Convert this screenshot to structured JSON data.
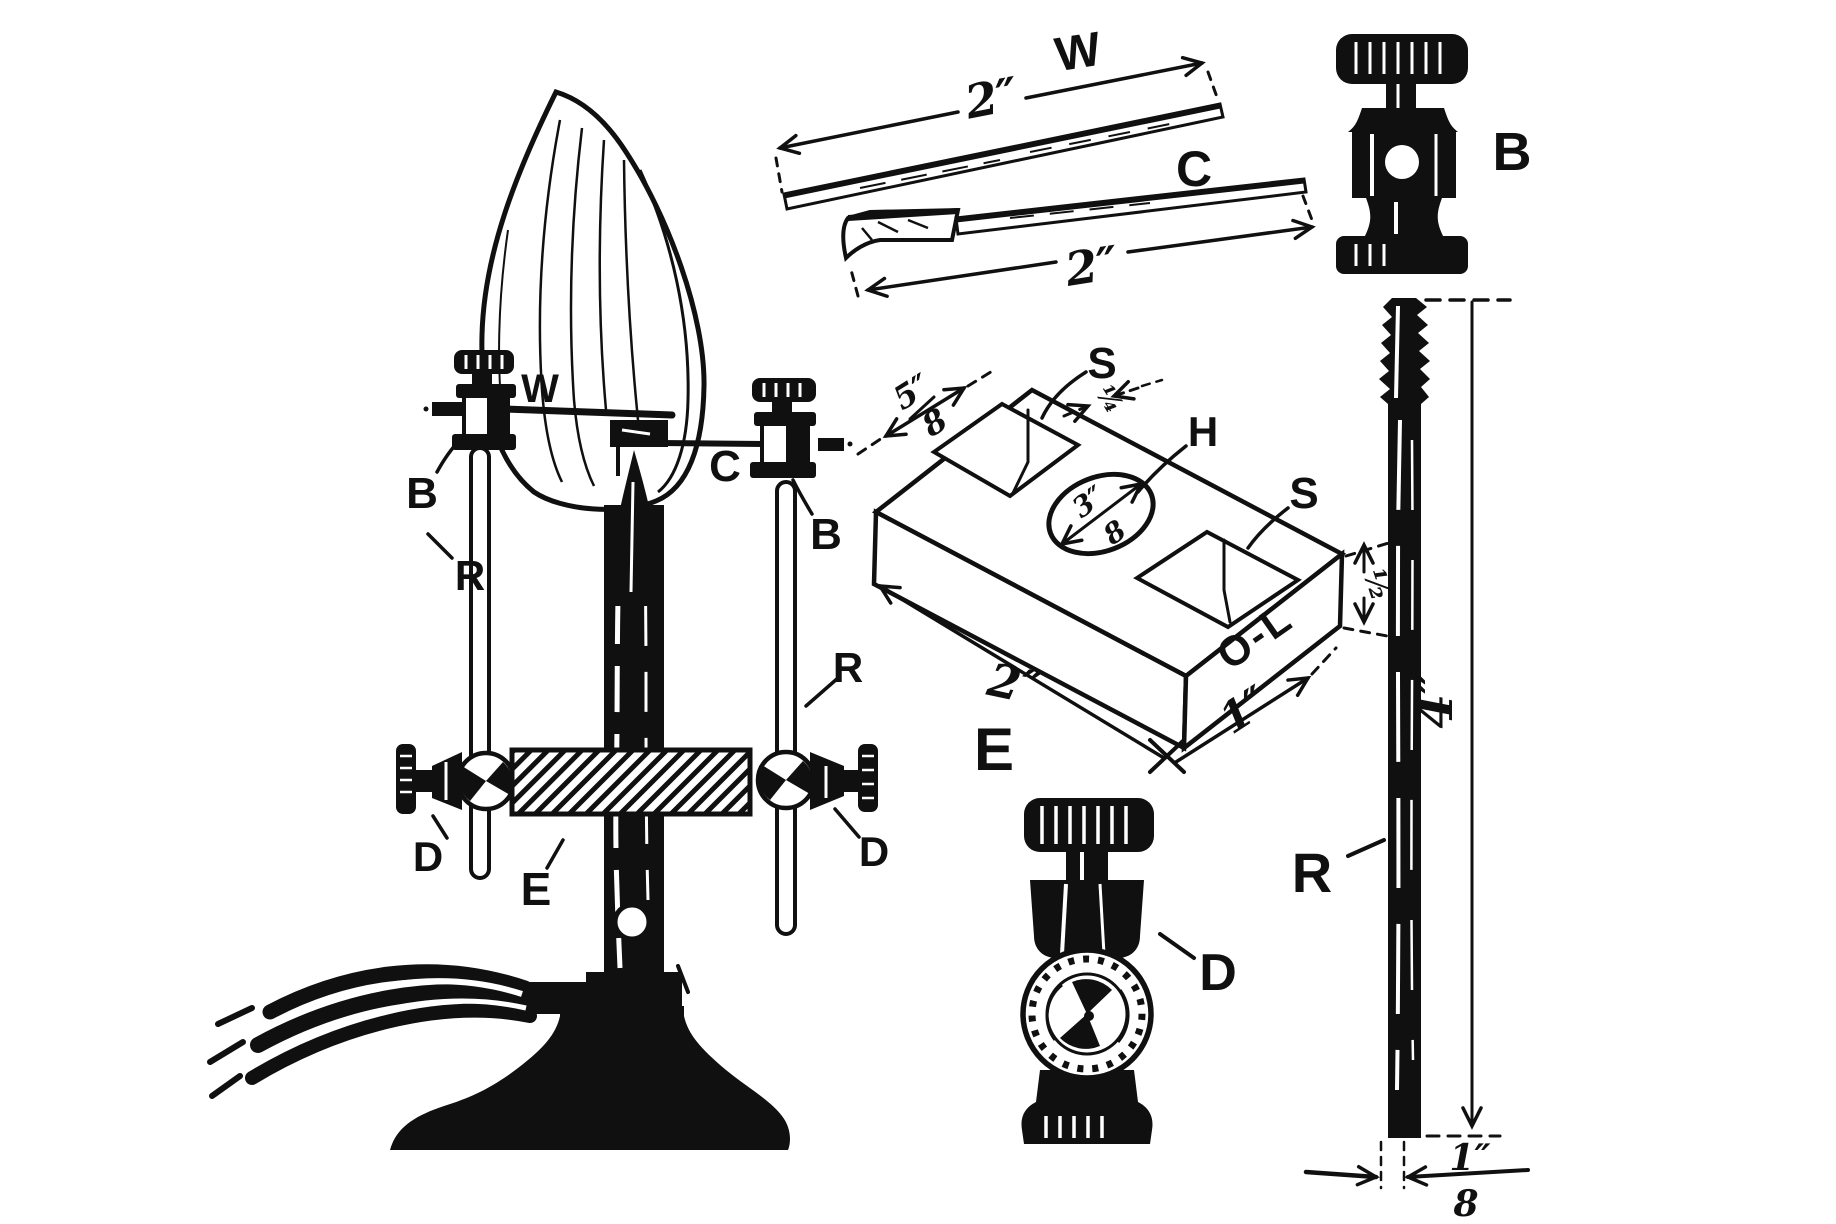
{
  "colors": {
    "ink": "#101010",
    "paper": "#ffffff"
  },
  "labels": {
    "burner": {
      "w": "W",
      "c": "C",
      "b_left": "B",
      "b_right": "B",
      "r_left": "R",
      "r_right": "R",
      "d_left": "D",
      "d_right": "D",
      "e": "E"
    },
    "wire_w": {
      "name": "W",
      "length": "2″"
    },
    "wire_c": {
      "name": "C",
      "length": "2″"
    },
    "screw_b": {
      "name": "B"
    },
    "block": {
      "name": "E",
      "slot_a": "S",
      "slot_b": "S",
      "hole": "H",
      "face": "O-L",
      "length": "2″",
      "depth": "1″",
      "height": "½",
      "slot_width": "¼",
      "slot_len_num": "5″",
      "slot_len_den": "8",
      "hole_dia_num": "3″",
      "hole_dia_den": "8"
    },
    "clamp_d": {
      "name": "D"
    },
    "rod": {
      "name": "R",
      "length": "4″",
      "dia_num": "1″",
      "dia_den": "8"
    }
  }
}
